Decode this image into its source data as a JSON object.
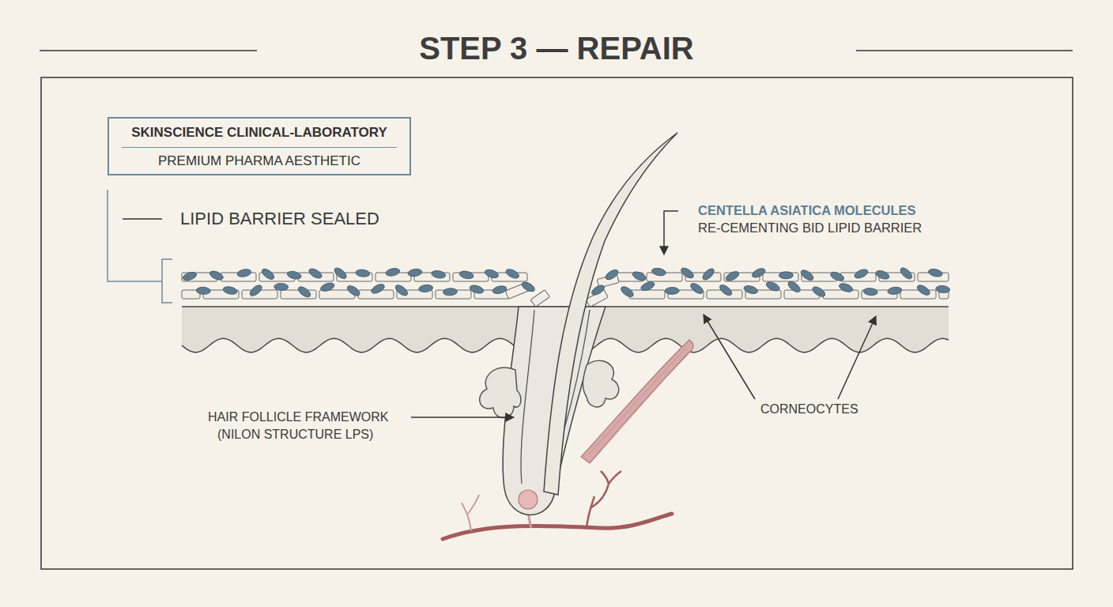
{
  "diagram": {
    "title": "STEP 3 — REPAIR",
    "nodes": [
      {
        "text": [
          "SKINSCIENCE CLINICAL-LABORATORY",
          "PREMIUM PHARMA AESTHETIC"
        ]
      }
    ],
    "labels": [
      "LIPID BARRIER SEALED",
      "CENTELLA ASIATICA MOLECULES",
      "RE-CEMENTING BID LIPID BARRIER",
      "HAIR FOLLICLE FRAMEWORK",
      "(NILON STRUCTURE LPS)",
      "CORNEOCYTES"
    ]
  }
}
